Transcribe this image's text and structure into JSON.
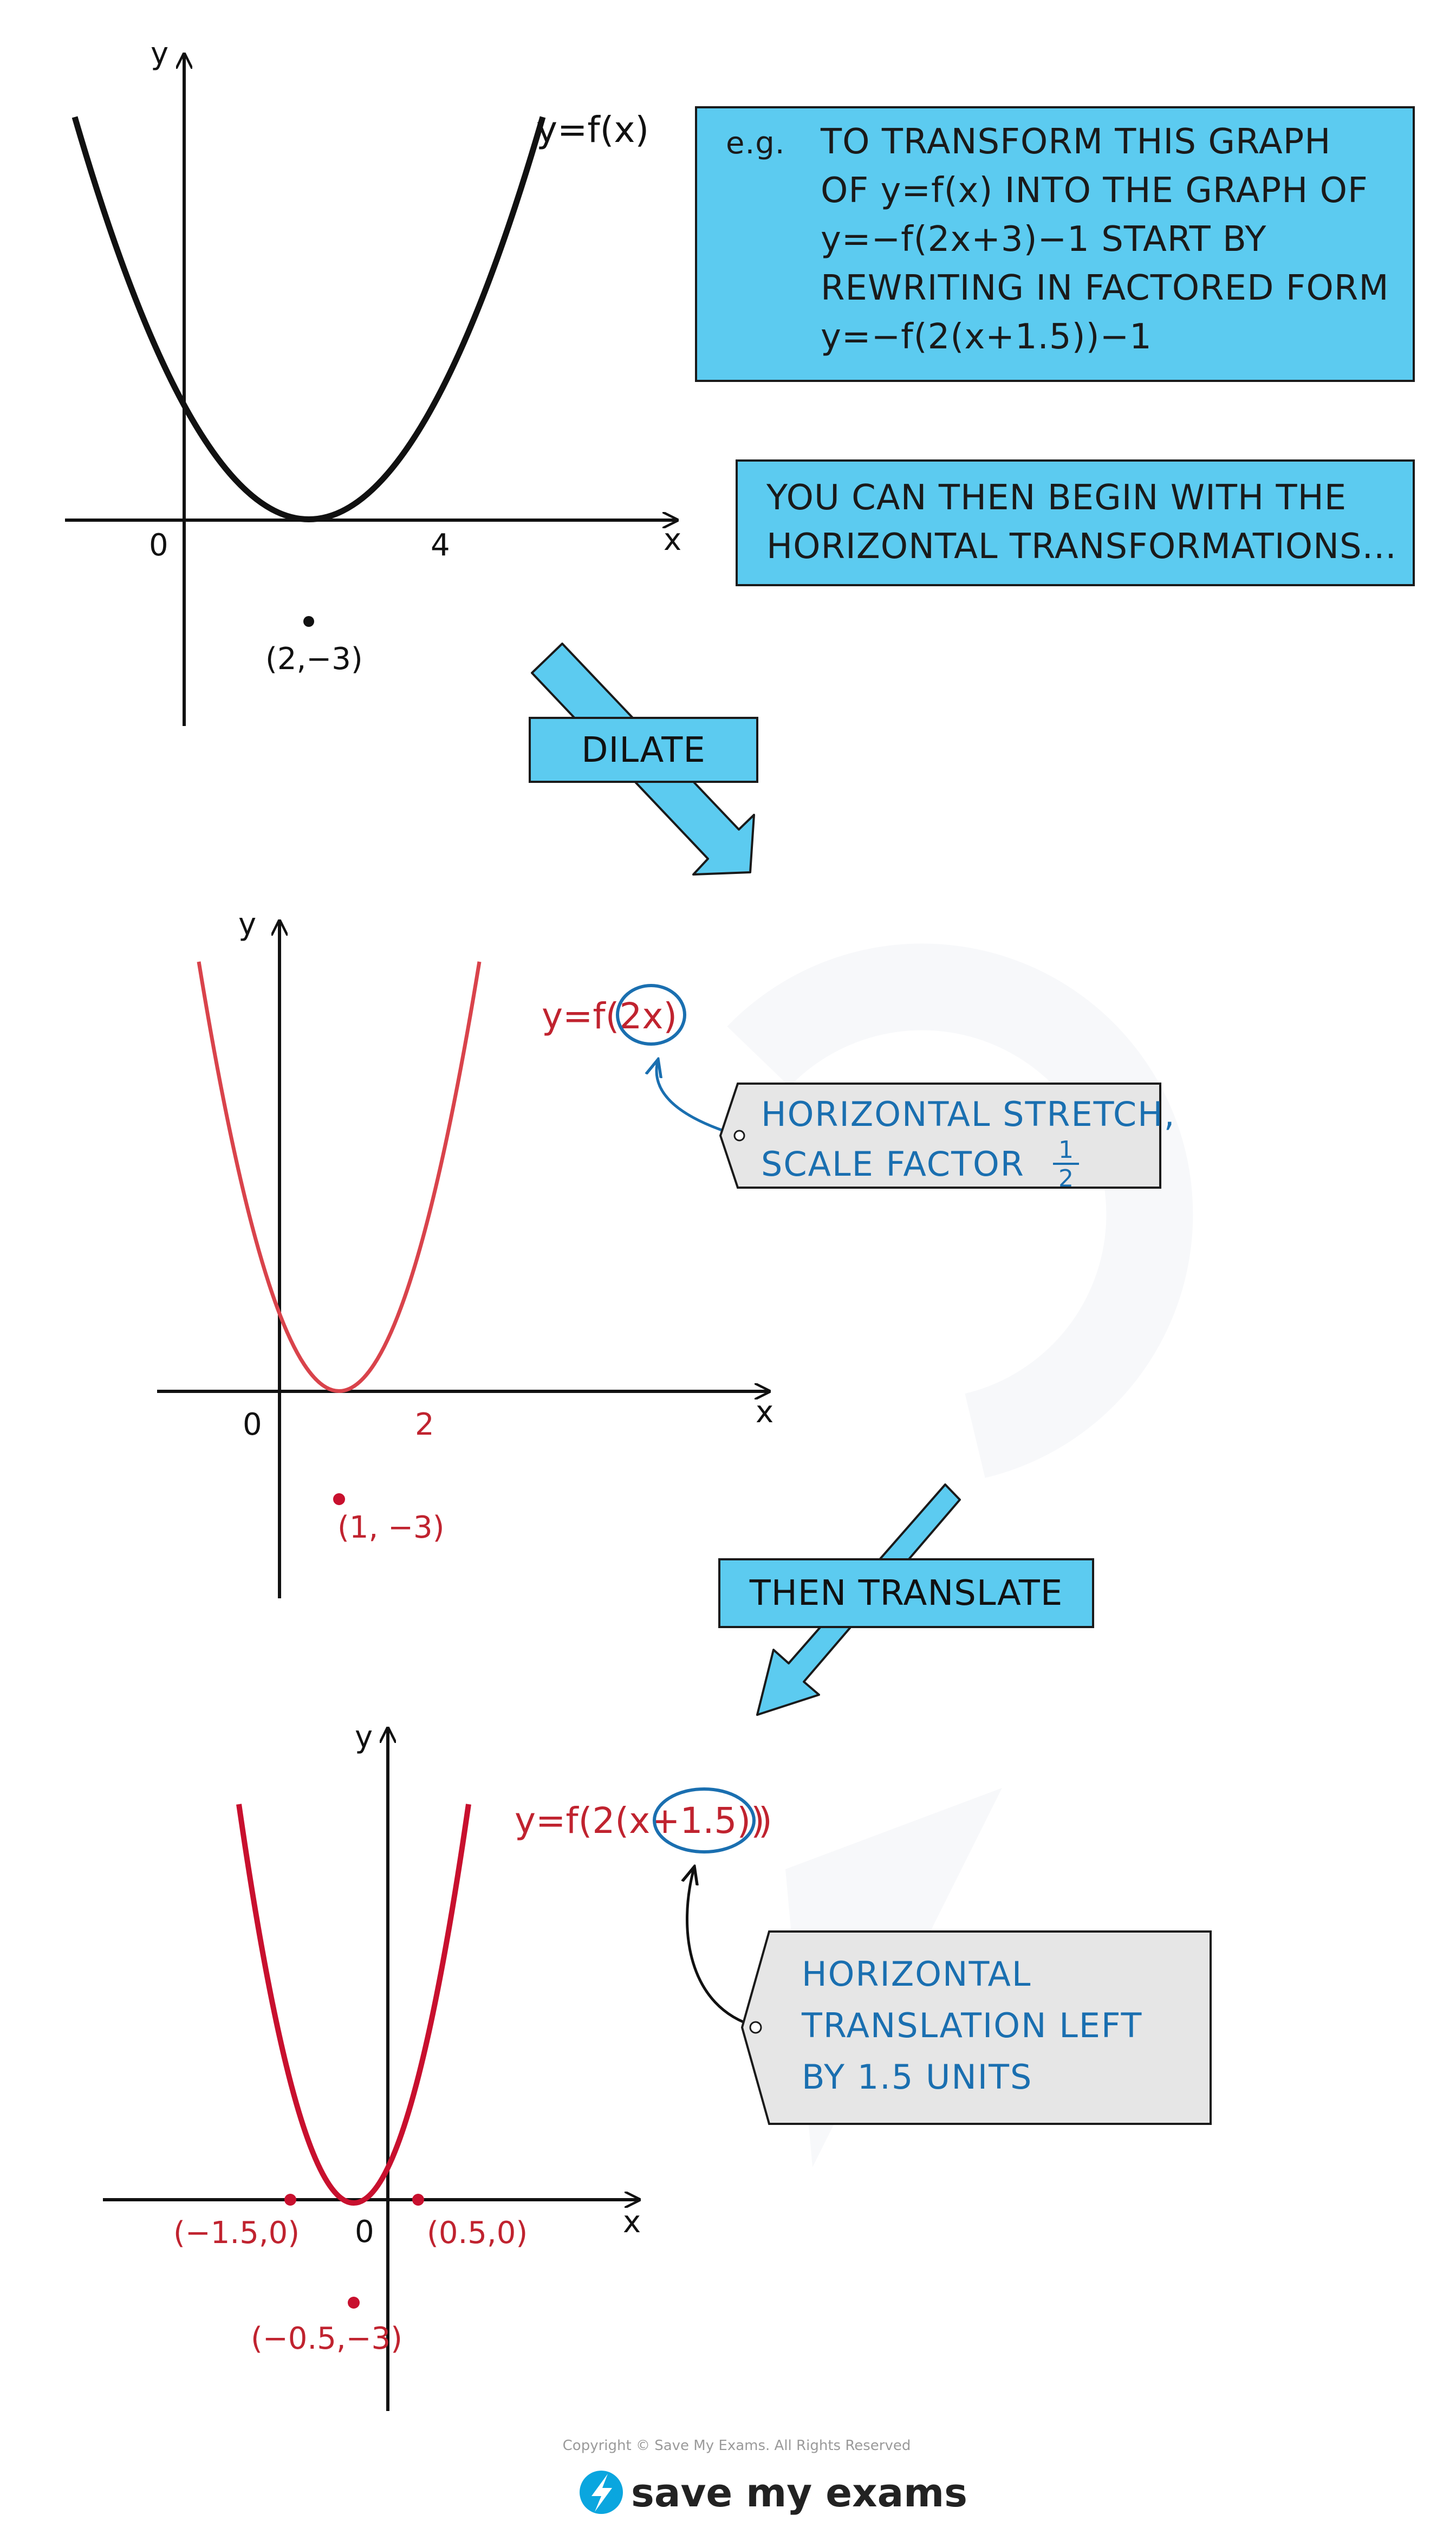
{
  "info_box": {
    "eg": "e.g.",
    "lines": [
      "TO TRANSFORM THIS GRAPH",
      "OF  y=f(x)  INTO THE GRAPH OF",
      "y=−f(2x+3)−1  START BY",
      "REWRITING IN FACTORED FORM",
      "y=−f(2(x+1.5))−1"
    ]
  },
  "horizontal_box": {
    "lines": [
      "YOU CAN THEN BEGIN WITH THE",
      "HORIZONTAL TRANSFORMATIONS..."
    ]
  },
  "graph1": {
    "equation": "y=f(x)",
    "x_axis": "x",
    "y_axis": "y",
    "origin": "0",
    "root": "4",
    "vertex": "(2,−3)"
  },
  "step1": {
    "label": "DILATE"
  },
  "graph2": {
    "equation": "y=f(2x)",
    "x_axis": "x",
    "y_axis": "y",
    "origin": "0",
    "root": "2",
    "vertex": "(1, −3)"
  },
  "note1": {
    "line1": "HORIZONTAL  STRETCH,",
    "line2": "SCALE   FACTOR",
    "frac_num": "1",
    "frac_den": "2"
  },
  "step2": {
    "label": "THEN TRANSLATE"
  },
  "graph3": {
    "equation": "y=f(2(x+1.5))",
    "x_axis": "x",
    "y_axis": "y",
    "origin": "0",
    "root_left": "(−1.5,0)",
    "root_right": "(0.5,0)",
    "vertex": "(−0.5,−3)"
  },
  "note2": {
    "lines": [
      "HORIZONTAL",
      "TRANSLATION LEFT",
      "BY  1.5  UNITS"
    ]
  },
  "footer": {
    "copyright": "Copyright © Save My Exams. All Rights Reserved",
    "logo": "save my exams"
  },
  "colors": {
    "box_fill": "#5ccbf0",
    "note_fill": "#e6e6e6",
    "red_curve": "#d9434b",
    "deep_red": "#c8102e",
    "note_blue": "#1a6fb0"
  }
}
